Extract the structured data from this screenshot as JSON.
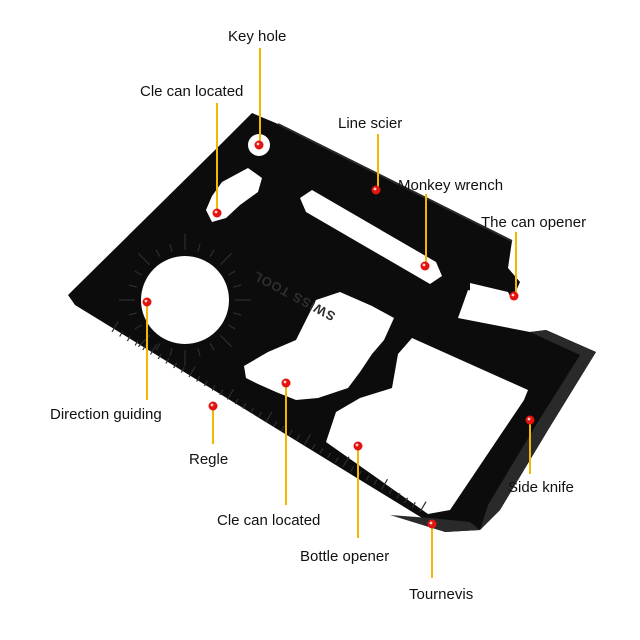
{
  "colors": {
    "leader": "#f2b705",
    "dot": "#e3140f",
    "dot_core": "#ffd2cc",
    "card": "#0c0c0c",
    "card_edge": "#2a2a2a",
    "engrave": "#2e2e2e",
    "label_text": "#111111"
  },
  "card": {
    "engraving": "SWISS TOOL"
  },
  "callouts": [
    {
      "id": "key-hole",
      "label": "Key hole"
    },
    {
      "id": "cle-can-located-top",
      "label": "Cle can located"
    },
    {
      "id": "line-scier",
      "label": "Line scier"
    },
    {
      "id": "monkey-wrench",
      "label": "Monkey wrench"
    },
    {
      "id": "can-opener",
      "label": "The can opener"
    },
    {
      "id": "direction-guiding",
      "label": "Direction guiding"
    },
    {
      "id": "regle",
      "label": "Regle"
    },
    {
      "id": "side-knife",
      "label": "Side knife"
    },
    {
      "id": "cle-can-located-bottom",
      "label": "Cle can located"
    },
    {
      "id": "bottle-opener",
      "label": "Bottle opener"
    },
    {
      "id": "tournevis",
      "label": "Tournevis"
    }
  ]
}
